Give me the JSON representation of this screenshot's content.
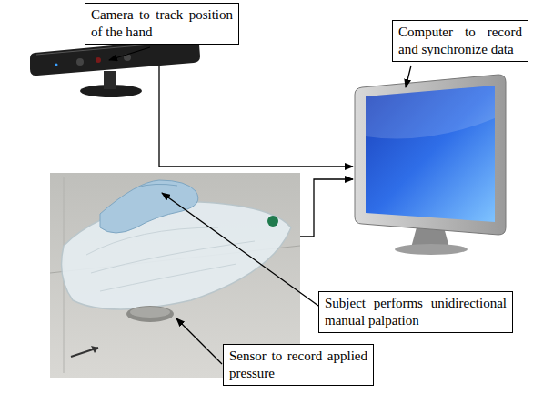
{
  "diagram": {
    "nodes": [
      {
        "text": [
          "Camera to track position of the hand"
        ]
      },
      {
        "text": [
          "Computer to record and synchronize data"
        ]
      },
      {
        "text": [
          "Subject performs unidirectional manual palpation"
        ]
      },
      {
        "text": [
          "Sensor to record applied pressure"
        ]
      }
    ]
  }
}
